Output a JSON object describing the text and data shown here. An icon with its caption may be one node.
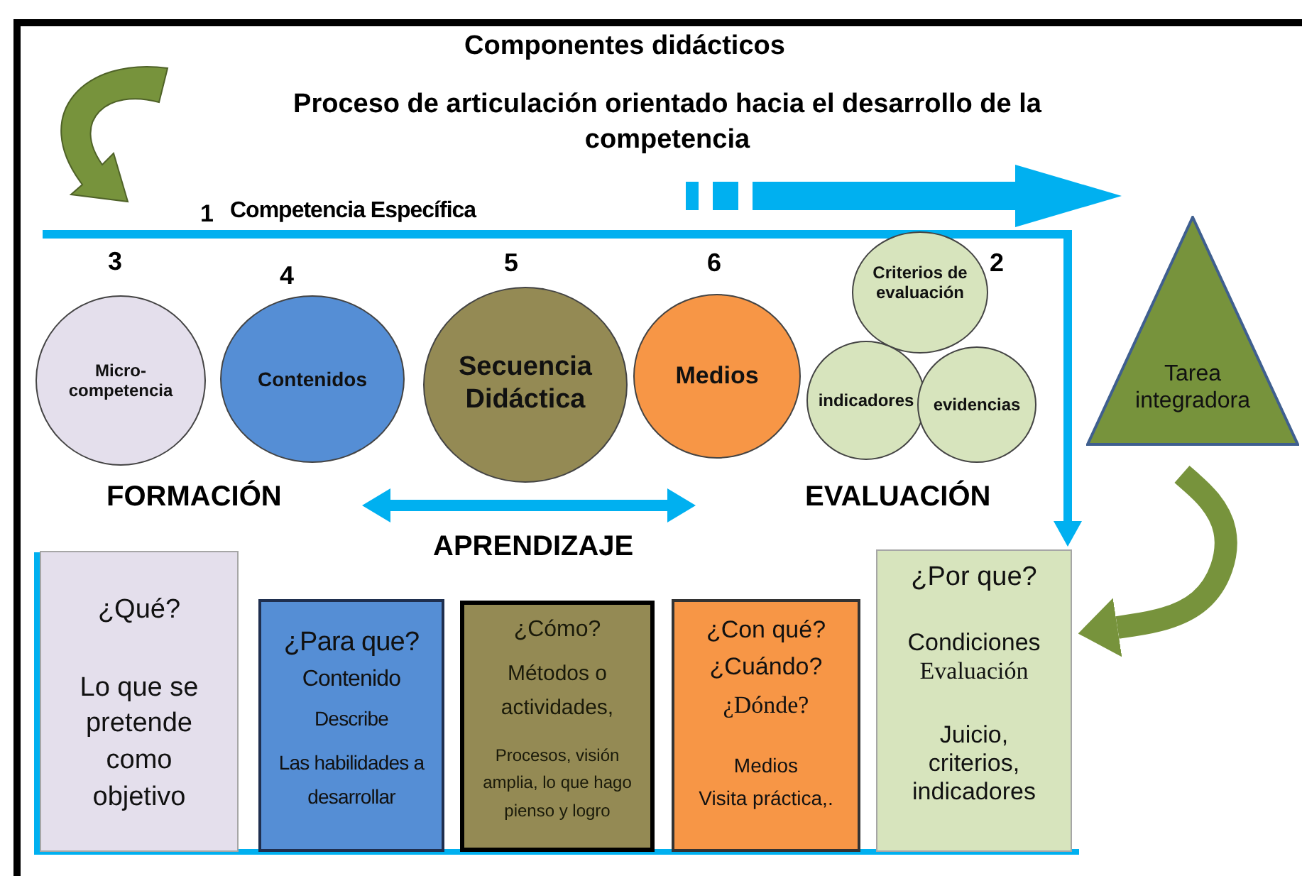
{
  "diagram": {
    "title": "Componentes didácticos",
    "nodes": [
      {
        "text": [
          "Micro-competencia"
        ],
        "beside": [
          "3"
        ]
      },
      {
        "text": [
          "Contenidos"
        ],
        "beside": [
          "4"
        ]
      },
      {
        "text": [
          "Secuencia Didáctica"
        ],
        "beside": [
          "5"
        ]
      },
      {
        "text": [
          "Medios"
        ],
        "beside": [
          "6"
        ]
      },
      {
        "text": [
          "Criterios de evaluación"
        ],
        "beside": [
          "2"
        ]
      },
      {
        "text": [
          "indicadores"
        ]
      },
      {
        "text": [
          "evidencias"
        ]
      },
      {
        "text": [
          "Tarea integradora"
        ]
      },
      {
        "text": [
          "¿Qué?",
          "Lo que se pretende como objetivo"
        ]
      },
      {
        "text": [
          "¿Para que?",
          "Contenido",
          "Describe",
          "Las habilidades a desarrollar"
        ]
      },
      {
        "text": [
          "¿Cómo?",
          "Métodos o actividades,",
          "Procesos, visión amplia, lo que hago pienso y logro"
        ]
      },
      {
        "text": [
          "¿Con qué?",
          "¿Cuándo?",
          "¿Dónde?",
          "Medios",
          "Visita práctica,."
        ]
      },
      {
        "text": [
          "¿Por que?",
          "Condiciones",
          "Evaluación",
          "Juicio, criterios, indicadores"
        ]
      }
    ],
    "edges": [
      {
        "from": null,
        "to": 12,
        "arrow": "to",
        "color": "#00b0f0"
      },
      {
        "from": 7,
        "to": 12,
        "arrow": "to",
        "style": "thick",
        "color": "#77933c"
      }
    ],
    "labels": [
      "Proceso de articulación orientado hacia el desarrollo de la competencia",
      "1",
      "Competencia Específica",
      "FORMACIÓN",
      "APRENDIZAJE",
      "EVALUACIÓN"
    ]
  }
}
